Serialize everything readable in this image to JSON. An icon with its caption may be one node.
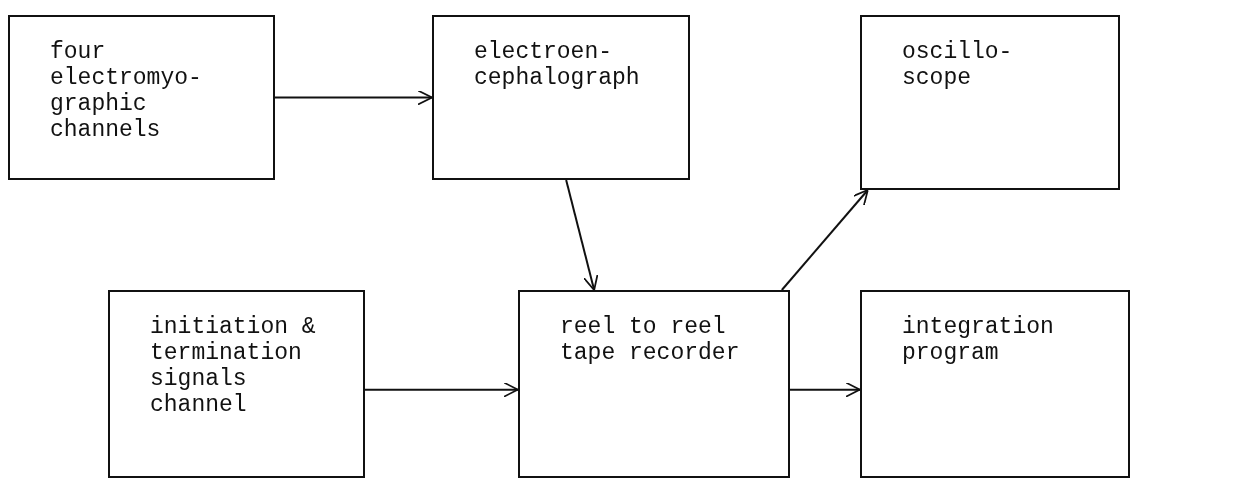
{
  "diagram": {
    "nodes": [
      {
        "text": [
          "four electromyo- graphic channels"
        ]
      },
      {
        "text": [
          "electroen- cephalograph"
        ]
      },
      {
        "text": [
          "oscillo- scope"
        ]
      },
      {
        "text": [
          "initiation & termination signals channel"
        ]
      },
      {
        "text": [
          "reel to reel tape recorder"
        ]
      },
      {
        "text": [
          "integration program"
        ]
      }
    ],
    "edges": [
      {
        "from": 0,
        "to": 1,
        "arrow": "to"
      },
      {
        "from": 1,
        "to": 4,
        "arrow": "to"
      },
      {
        "from": 4,
        "to": 2,
        "arrow": "to"
      },
      {
        "from": 3,
        "to": 4,
        "arrow": "to"
      },
      {
        "from": 4,
        "to": 5,
        "arrow": "to"
      }
    ]
  }
}
